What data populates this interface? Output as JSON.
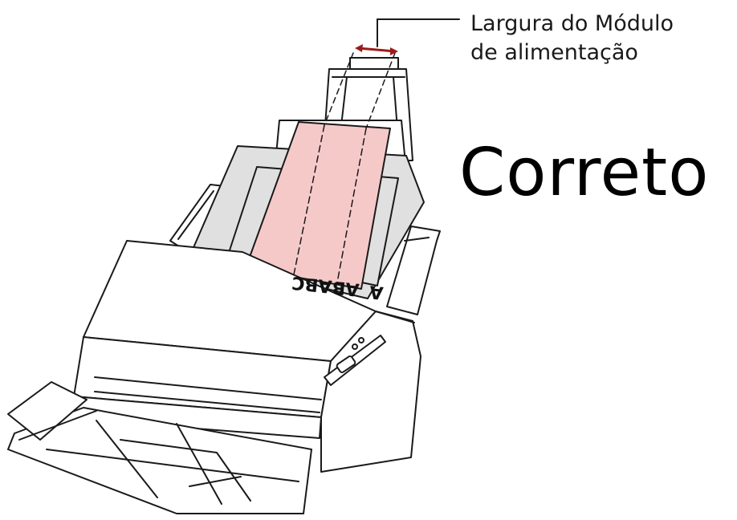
{
  "callout": {
    "line1": "Largura do Módulo",
    "line2": "de alimentação"
  },
  "status": {
    "label": "Correto"
  },
  "documents": {
    "letters_1": "ABC",
    "letters_2": "AB",
    "letters_3": "A"
  },
  "colors": {
    "highlight_sheet": "#f6c9c9",
    "other_sheets": "#e0e0e0",
    "callout_arrow": "#9b1b1b",
    "outline": "#1a1a1a"
  }
}
